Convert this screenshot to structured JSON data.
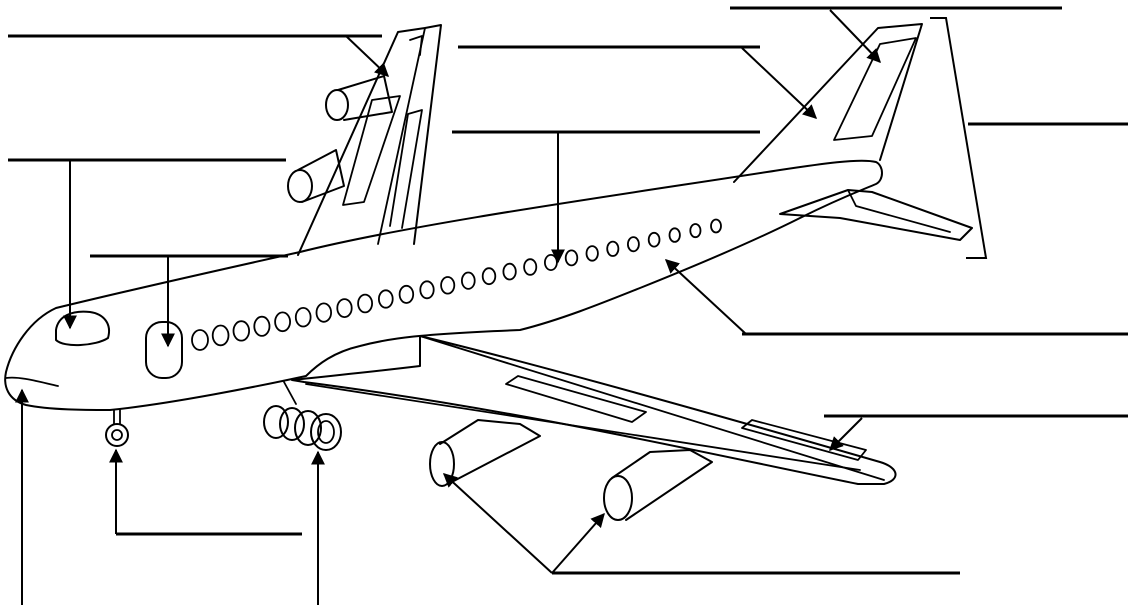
{
  "diagram": {
    "subject": "airplane",
    "colors": {
      "ink": "#000000",
      "paper": "#ffffff"
    },
    "labels": [
      {
        "id": "tail-wing-tip",
        "text": ""
      },
      {
        "id": "far-wing-tip",
        "text": ""
      },
      {
        "id": "far-wing",
        "text": ""
      },
      {
        "id": "cockpit-window",
        "text": ""
      },
      {
        "id": "passenger-door",
        "text": ""
      },
      {
        "id": "cabin-window",
        "text": ""
      },
      {
        "id": "vertical-stabilizer",
        "text": ""
      },
      {
        "id": "fuselage",
        "text": ""
      },
      {
        "id": "aileron",
        "text": ""
      },
      {
        "id": "nose-gear",
        "text": ""
      },
      {
        "id": "engines",
        "text": ""
      },
      {
        "id": "nose",
        "text": ""
      },
      {
        "id": "main-gear",
        "text": ""
      }
    ]
  }
}
